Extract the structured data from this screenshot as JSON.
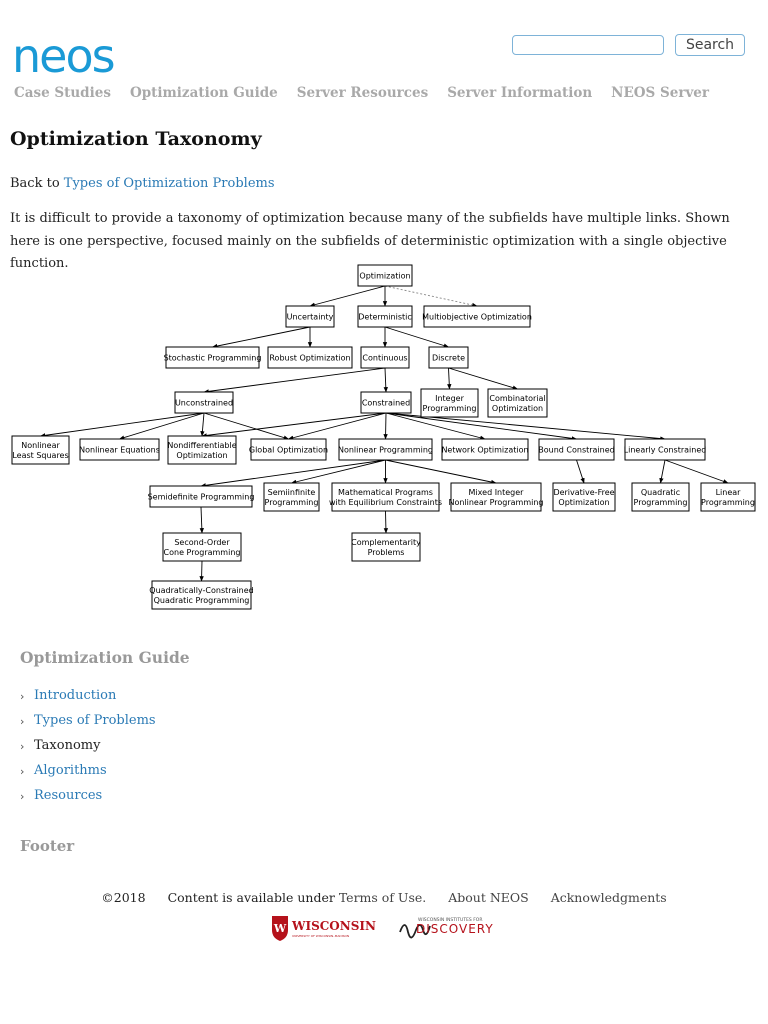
{
  "brand": {
    "logo_text": "neos",
    "color": "#1a9ad6"
  },
  "search": {
    "placeholder": "",
    "button_label": "Search"
  },
  "nav": [
    "Case Studies",
    "Optimization Guide",
    "Server Resources",
    "Server Information",
    "NEOS Server"
  ],
  "page": {
    "title": "Optimization Taxonomy",
    "back_prefix": "Back to",
    "back_link": "Types of Optimization Problems",
    "intro": "It is difficult to provide a taxonomy of optimization because many of the subfields have multiple links. Shown here is one perspective, focused mainly on the subfields of deterministic optimization with a single objective function."
  },
  "diagram": {
    "nodes": {
      "optimization": [
        "Optimization"
      ],
      "uncertainty": [
        "Uncertainty"
      ],
      "deterministic": [
        "Deterministic"
      ],
      "multiobjective": [
        "Multiobjective Optimization"
      ],
      "stochastic": [
        "Stochastic Programming"
      ],
      "robust": [
        "Robust Optimization"
      ],
      "continuous": [
        "Continuous"
      ],
      "discrete": [
        "Discrete"
      ],
      "unconstrained": [
        "Unconstrained"
      ],
      "constrained": [
        "Constrained"
      ],
      "integer": [
        "Integer",
        "Programming"
      ],
      "combinatorial": [
        "Combinatorial",
        "Optimization"
      ],
      "nl_least_squares": [
        "Nonlinear",
        "Least Squares"
      ],
      "nl_equations": [
        "Nonlinear Equations"
      ],
      "nondifferentiable": [
        "Nondifferentiable",
        "Optimization"
      ],
      "global": [
        "Global Optimization"
      ],
      "nonlinear_prog": [
        "Nonlinear Programming"
      ],
      "network": [
        "Network Optimization"
      ],
      "bound": [
        "Bound Constrained"
      ],
      "linearly": [
        "Linearly Constrained"
      ],
      "semidefinite": [
        "Semidefinite Programming"
      ],
      "semiinfinite": [
        "Semiinfinite",
        "Programming"
      ],
      "mpec": [
        "Mathematical Programs",
        "with Equilibrium Constraints"
      ],
      "minlp": [
        "Mixed Integer",
        "Nonlinear Programming"
      ],
      "derivative_free": [
        "Derivative-Free",
        "Optimization"
      ],
      "quadratic": [
        "Quadratic",
        "Programming"
      ],
      "linear": [
        "Linear",
        "Programming"
      ],
      "socp": [
        "Second-Order",
        "Cone Programming"
      ],
      "complementarity": [
        "Complementarity",
        "Problems"
      ],
      "qcqp": [
        "Quadratically-Constrained",
        "Quadratic Programming"
      ]
    }
  },
  "guide": {
    "title": "Optimization Guide",
    "items": [
      {
        "label": "Introduction",
        "current": false
      },
      {
        "label": "Types of Problems",
        "current": false
      },
      {
        "label": "Taxonomy",
        "current": true
      },
      {
        "label": "Algorithms",
        "current": false
      },
      {
        "label": "Resources",
        "current": false
      }
    ]
  },
  "footer": {
    "title": "Footer",
    "copyright": "©2018",
    "content_prefix": "Content is available under",
    "terms_link": "Terms of Use.",
    "about_link": "About NEOS",
    "ack_link": "Acknowledgments",
    "logo_uw": "WISCONSIN",
    "logo_uw_sub": "UNIVERSITY OF WISCONSIN–MADISON",
    "logo_wid_top": "WISCONSIN INSTITUTES FOR",
    "logo_wid": "DISCOVERY"
  }
}
